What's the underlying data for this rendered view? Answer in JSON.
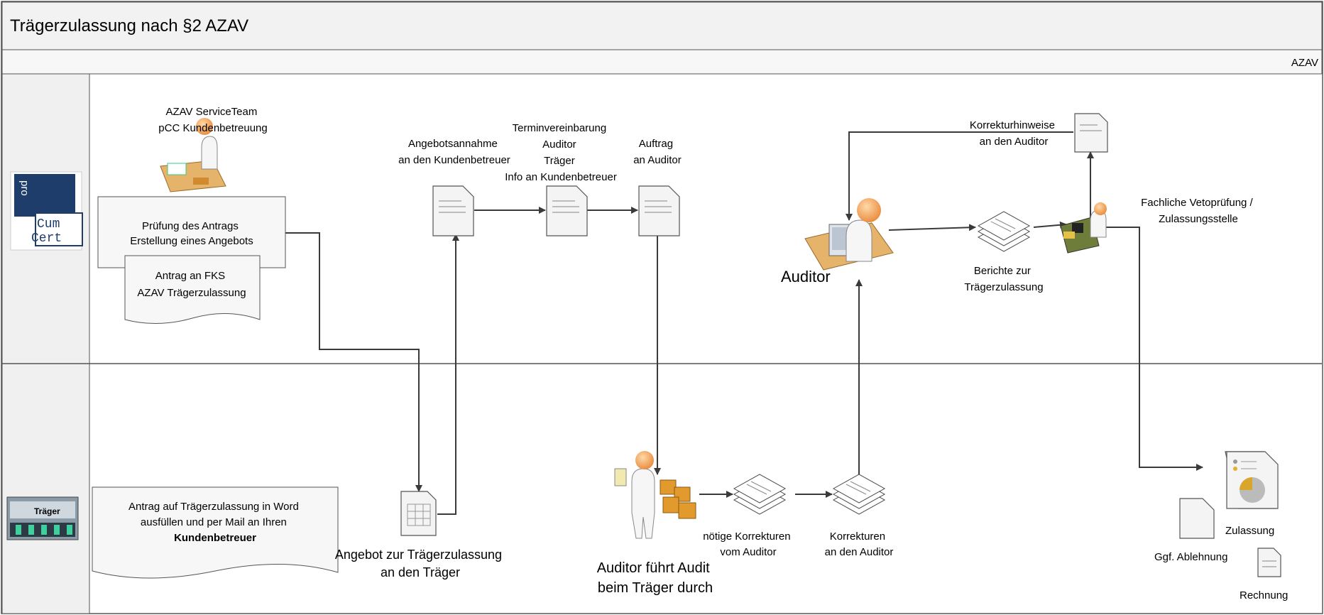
{
  "title": "Trägerzulassung nach §2 AZAV",
  "pool_label": "AZAV",
  "lanes": [
    {
      "name": "pro Cum Cert",
      "logo_text": [
        "pro",
        "Cum",
        "Cert"
      ]
    },
    {
      "name": "Träger",
      "icon_label": "Träger"
    }
  ],
  "nodes": {
    "service_team": [
      "AZAV ServiceTeam",
      "pCC Kundenbetreuung"
    ],
    "pruefung": [
      "Prüfung des Antrags",
      "Erstellung eines Angebots"
    ],
    "antrag_fks": [
      "Antrag an FKS",
      "AZAV Trägerzulassung"
    ],
    "angebotsannahme": [
      "Angebotsannahme",
      "an den Kundenbetreuer"
    ],
    "terminvereinbarung": [
      "Terminvereinbarung",
      "Auditor",
      "Träger",
      "Info an Kundenbetreuer"
    ],
    "auftrag": [
      "Auftrag",
      "an Auditor"
    ],
    "auditor": "Auditor",
    "korrekturhinweise": [
      "Korrekturhinweise",
      "an den Auditor"
    ],
    "berichte": [
      "Berichte zur",
      "Trägerzulassung"
    ],
    "vetopruefung": [
      "Fachliche Vetoprüfung /",
      "Zulassungsstelle"
    ],
    "antrag_word": [
      "Antrag auf Trägerzulassung in Word",
      "ausfüllen und per Mail an Ihren",
      "Kundenbetreuer"
    ],
    "angebot_traeger": [
      "Angebot zur Trägerzulassung",
      "an den Träger"
    ],
    "audit_traeger": [
      "Auditor führt Audit",
      "beim Träger durch"
    ],
    "noetige_korrekturen": [
      "nötige Korrekturen",
      "vom Auditor"
    ],
    "korrekturen": [
      "Korrekturen",
      "an den Auditor"
    ],
    "zulassung": "Zulassung",
    "ablehnung": "Ggf. Ablehnung",
    "rechnung": "Rechnung"
  },
  "colors": {
    "header_bg": "#f2f2f2",
    "lane_header_bg": "#f0f0f0",
    "logo_blue": "#1f3d6b",
    "person_skin": "#f0a050",
    "desk": "#e6b36a",
    "border": "#555555"
  }
}
